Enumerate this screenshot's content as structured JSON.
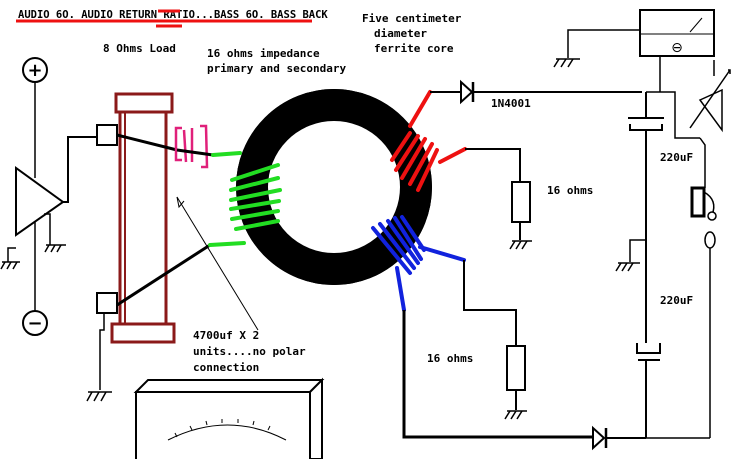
{
  "diagram": {
    "title": "AUDIO 6O. AUDIO RETURN RATIO...BASS 6O. BASS BACK",
    "labels": {
      "load": "8 Ohms Load",
      "impedance_line1": "16 ohms impedance",
      "impedance_line2": "primary and secondary",
      "core_line1": "Five centimeter",
      "core_line2": "diameter",
      "core_line3": "ferrite core",
      "diode": "1N4001",
      "resistor_top": "16 ohms",
      "resistor_bottom": "16 ohms",
      "cap_top": "220uF",
      "cap_bottom": "220uF",
      "caps_line1": "4700uf X 2",
      "caps_line2": "units....no polar",
      "caps_line3": "connection",
      "meter_symbol": "⊖",
      "plus": "+",
      "minus": "−"
    },
    "colors": {
      "primary_winding": "#22dd22",
      "secondary_winding_top": "#ee1111",
      "secondary_winding_bottom": "#1122dd",
      "load_resistor": "#8b1a1a",
      "capacitor": "#e0207a",
      "title_underline": "#ee1111"
    }
  }
}
